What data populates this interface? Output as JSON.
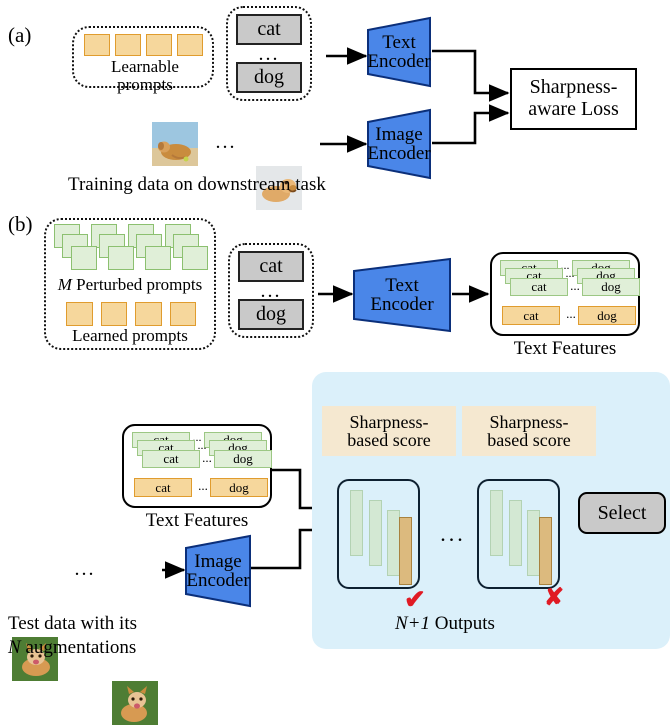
{
  "figure": {
    "panel_a_label": "(a)",
    "panel_b_label": "(b)"
  },
  "panel_a": {
    "learnable_prompts_label": "Learnable prompts",
    "prompt_squares": 4,
    "classes": {
      "first": "cat",
      "ellipsis": "...",
      "last": "dog"
    },
    "text_encoder": {
      "line1": "Text",
      "line2": "Encoder"
    },
    "image_encoder": {
      "line1": "Image",
      "line2": "Encoder"
    },
    "loss_box": {
      "line1": "Sharpness-",
      "line2": "aware Loss"
    },
    "caption": "Training data on downstream task",
    "image_ellipsis": "..."
  },
  "panel_b": {
    "perturbed_prompts_label_italic": "M",
    "perturbed_prompts_label_rest": " Perturbed prompts",
    "learned_prompts_label": "Learned prompts",
    "perturbed_rows": 3,
    "perturbed_per_row": 4,
    "learned_squares": 4,
    "classes": {
      "first": "cat",
      "ellipsis": "...",
      "last": "dog"
    },
    "text_encoder": {
      "line1": "Text",
      "line2": "Encoder"
    },
    "image_encoder": {
      "line1": "Image",
      "line2": "Encoder"
    },
    "text_features_caption_top": "Text Features",
    "text_features_caption_bottom": "Text Features",
    "feature_rows": {
      "cat": "cat",
      "dots": "...",
      "dog": "dog"
    },
    "test_caption_line1": "Test data with its",
    "test_caption_line2_italic": "N",
    "test_caption_line2_rest": " augmentations",
    "image_ellipsis": "...",
    "score_box_1": {
      "line1": "Sharpness-",
      "line2": "based score"
    },
    "score_box_2": {
      "line1": "Sharpness-",
      "line2": "based score"
    },
    "outputs_ellipsis": "...",
    "select_label": "Select",
    "outputs_caption_italic": "N+1",
    "outputs_caption_rest": " Outputs",
    "check_mark": "✔",
    "cross_mark": "✘"
  },
  "colors": {
    "encoder_blue": "#4a86e8",
    "panel_blue": "#dbf0fa",
    "prompt_orange": "#f6d79c",
    "prompt_green": "#e0efd8",
    "score_beige": "#f5e8d0",
    "gray_box": "#c9c9c9",
    "check_red": "#e01b24",
    "cross_red": "#e01b24",
    "bar_tan": "#dcba7e",
    "bar_green": "#d3e8d3"
  }
}
